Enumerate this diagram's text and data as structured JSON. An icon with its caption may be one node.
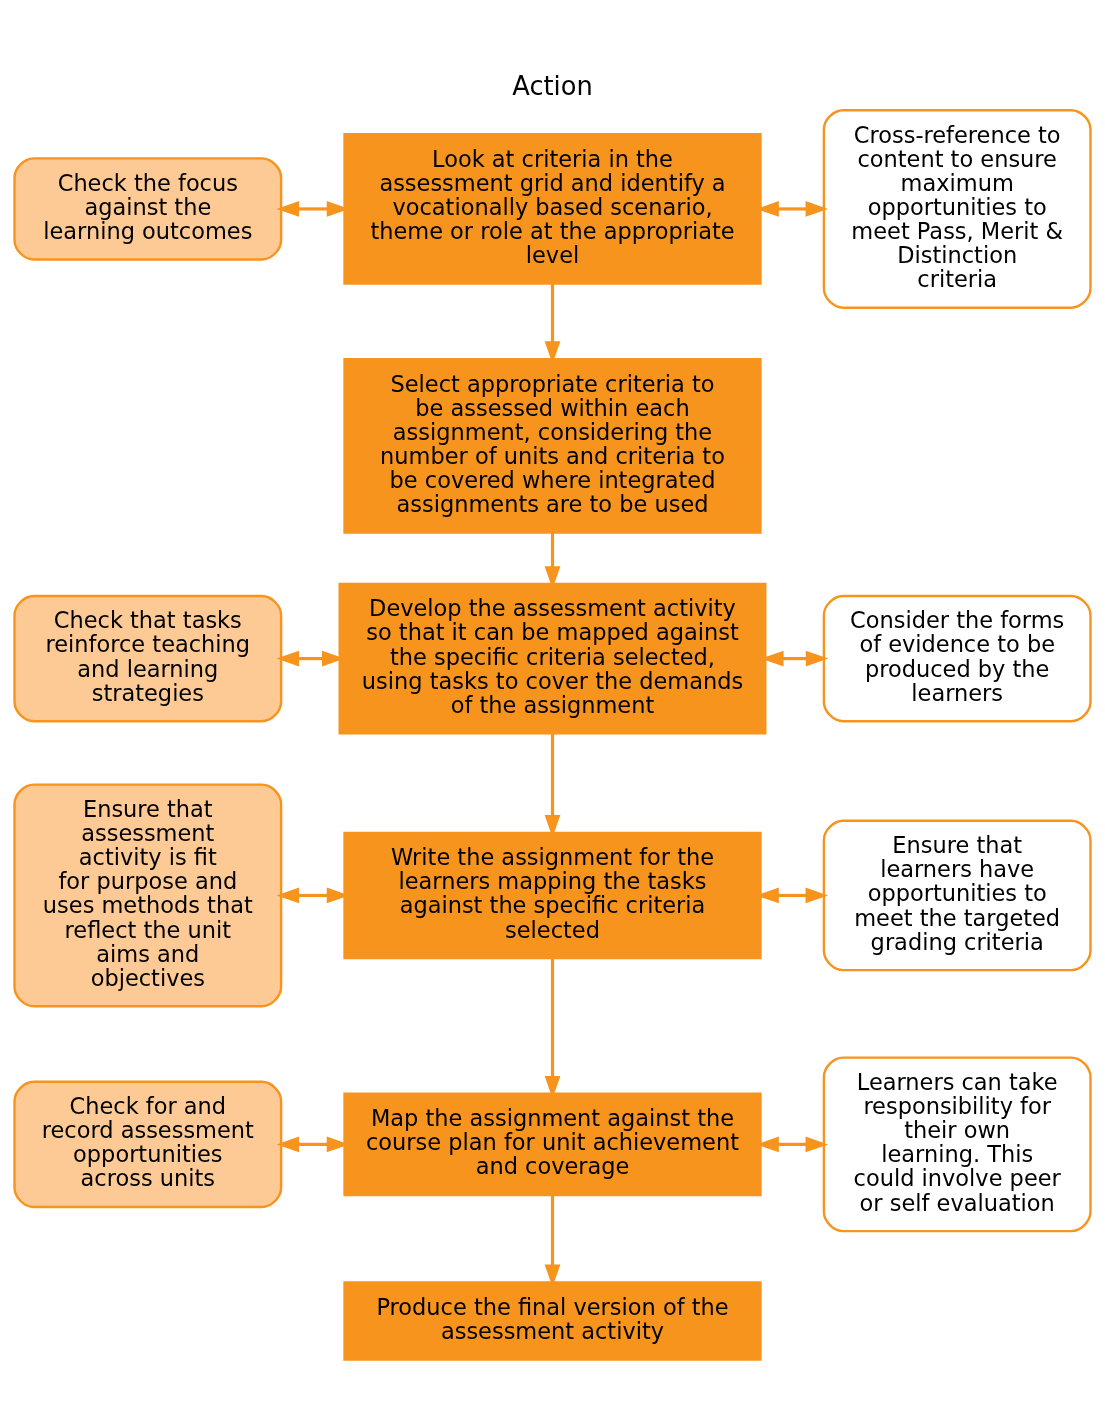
{
  "diagram": {
    "title": "Action",
    "nodes": [
      {
        "text": [
          "Check the focus against the learning outcomes"
        ]
      },
      {
        "text": [
          "Look at criteria in the assessment grid and identify a vocationally based scenario, theme or role at the appropriate level"
        ]
      },
      {
        "text": [
          "Cross-reference to content to ensure maximum opportunities to meet Pass, Merit & Distinction criteria"
        ]
      },
      {
        "text": [
          "Select appropriate criteria to be assessed within each assignment, considering the number of units and criteria to be covered where integrated assignments are to be used"
        ]
      },
      {
        "text": [
          "Check that tasks reinforce teaching and learning strategies"
        ]
      },
      {
        "text": [
          "Develop the assessment activity so that it can be mapped against the specific criteria selected, using tasks to cover the demands of the assignment"
        ]
      },
      {
        "text": [
          "Consider the forms of evidence to be produced by the learners"
        ]
      },
      {
        "text": [
          "Ensure that assessment activity is fit for purpose and uses methods that reflect the unit aims and objectives"
        ]
      },
      {
        "text": [
          "Write the assignment for the learners mapping the tasks against the specific criteria selected"
        ]
      },
      {
        "text": [
          "Ensure that learners have opportunities to meet the targeted grading criteria"
        ]
      },
      {
        "text": [
          "Check for and record assessment opportunities across units"
        ]
      },
      {
        "text": [
          "Map the assignment against the course plan for unit achievement and coverage"
        ]
      },
      {
        "text": [
          "Learners can take responsibility for their own learning. This could involve peer or self evaluation"
        ]
      },
      {
        "text": [
          "Produce the final version of the assessment activity"
        ]
      }
    ],
    "edges": [
      {
        "from": 0,
        "to": 1,
        "arrow": "both"
      },
      {
        "from": 1,
        "to": 2,
        "arrow": "both"
      },
      {
        "from": 1,
        "to": 3,
        "arrow": "to"
      },
      {
        "from": 3,
        "to": 5,
        "arrow": "to"
      },
      {
        "from": 4,
        "to": 5,
        "arrow": "both"
      },
      {
        "from": 5,
        "to": 6,
        "arrow": "both"
      },
      {
        "from": 5,
        "to": 8,
        "arrow": "to"
      },
      {
        "from": 7,
        "to": 8,
        "arrow": "both"
      },
      {
        "from": 8,
        "to": 9,
        "arrow": "both"
      },
      {
        "from": 8,
        "to": 11,
        "arrow": "to"
      },
      {
        "from": 10,
        "to": 11,
        "arrow": "both"
      },
      {
        "from": 11,
        "to": 12,
        "arrow": "both"
      },
      {
        "from": 11,
        "to": 13,
        "arrow": "to"
      }
    ]
  }
}
